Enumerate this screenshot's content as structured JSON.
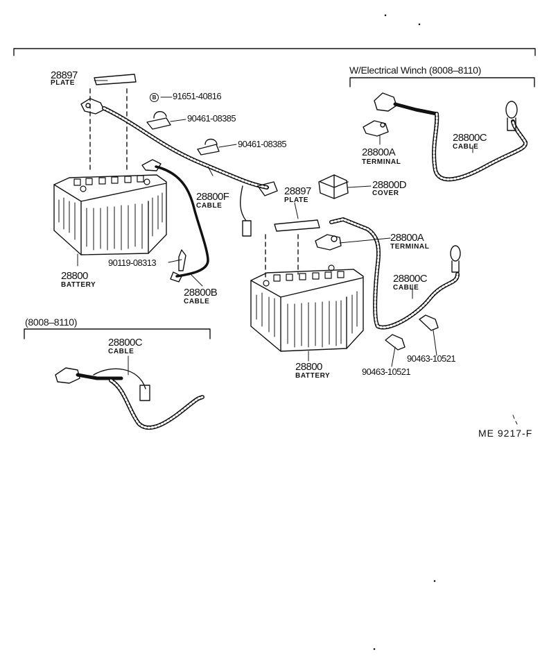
{
  "sections": {
    "winch_header": "W/Electrical Winch (8008–8110)",
    "range_header": "(8008–8110)"
  },
  "figure_code": "ME 9217-F",
  "parts": [
    {
      "id": "plate_left_pn",
      "text": "28897"
    },
    {
      "id": "plate_left_desc",
      "text": "PLATE"
    },
    {
      "id": "circled_b",
      "text": "B"
    },
    {
      "id": "bolt_91651",
      "text": "91651-40816"
    },
    {
      "id": "clamp_upper",
      "text": "90461-08385"
    },
    {
      "id": "clamp_lower",
      "text": "90461-08385"
    },
    {
      "id": "cable_f_pn",
      "text": "28800F"
    },
    {
      "id": "cable_f_desc",
      "text": "CABLE"
    },
    {
      "id": "plate_right_pn",
      "text": "28897"
    },
    {
      "id": "plate_right_desc",
      "text": "PLATE"
    },
    {
      "id": "cover_pn",
      "text": "28800D"
    },
    {
      "id": "cover_desc",
      "text": "COVER"
    },
    {
      "id": "battery_left_pn",
      "text": "28800"
    },
    {
      "id": "battery_left_desc",
      "text": "BATTERY"
    },
    {
      "id": "bolt_90119",
      "text": "90119-08313"
    },
    {
      "id": "cable_b_pn",
      "text": "28800B"
    },
    {
      "id": "cable_b_desc",
      "text": "CABLE"
    },
    {
      "id": "winch_cable_c_pn",
      "text": "28800C"
    },
    {
      "id": "winch_cable_c_desc",
      "text": "CABLE"
    },
    {
      "id": "winch_terminal_pn",
      "text": "28800A"
    },
    {
      "id": "winch_terminal_desc",
      "text": "TERMINAL"
    },
    {
      "id": "terminal_a_pn",
      "text": "28800A"
    },
    {
      "id": "terminal_a_desc",
      "text": "TERMINAL"
    },
    {
      "id": "cable_c_mid_pn",
      "text": "28800C"
    },
    {
      "id": "cable_c_mid_desc",
      "text": "CABLE"
    },
    {
      "id": "battery_right_pn",
      "text": "28800"
    },
    {
      "id": "battery_right_desc",
      "text": "BATTERY"
    },
    {
      "id": "clip_right",
      "text": "90463-10521"
    },
    {
      "id": "clip_left",
      "text": "90463-10521"
    },
    {
      "id": "cable_c_bottom_pn",
      "text": "28800C"
    },
    {
      "id": "cable_c_bottom_desc",
      "text": "CABLE"
    }
  ]
}
